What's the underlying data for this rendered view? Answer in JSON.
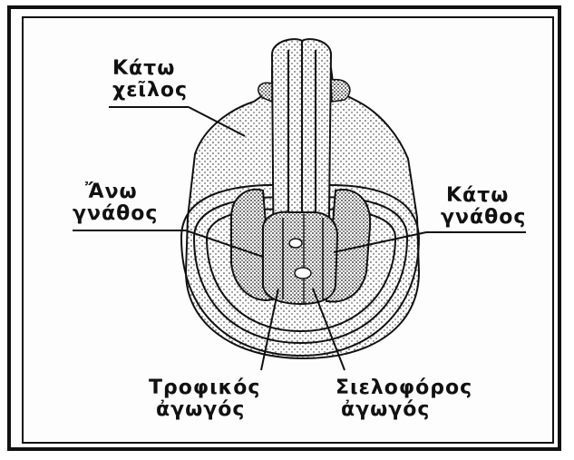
{
  "labels": {
    "lower_lip": [
      "Κάτω",
      "χεῖλος"
    ],
    "upper_jaw": [
      "Ἄνω",
      "γνάθος"
    ],
    "lower_jaw": [
      "Κάτω",
      "γνάθος"
    ],
    "food_duct": [
      "Τροφικός",
      "ἀγωγός"
    ],
    "salivary_duct": [
      "Σιελοφόρος",
      "ἀγωγός"
    ]
  }
}
